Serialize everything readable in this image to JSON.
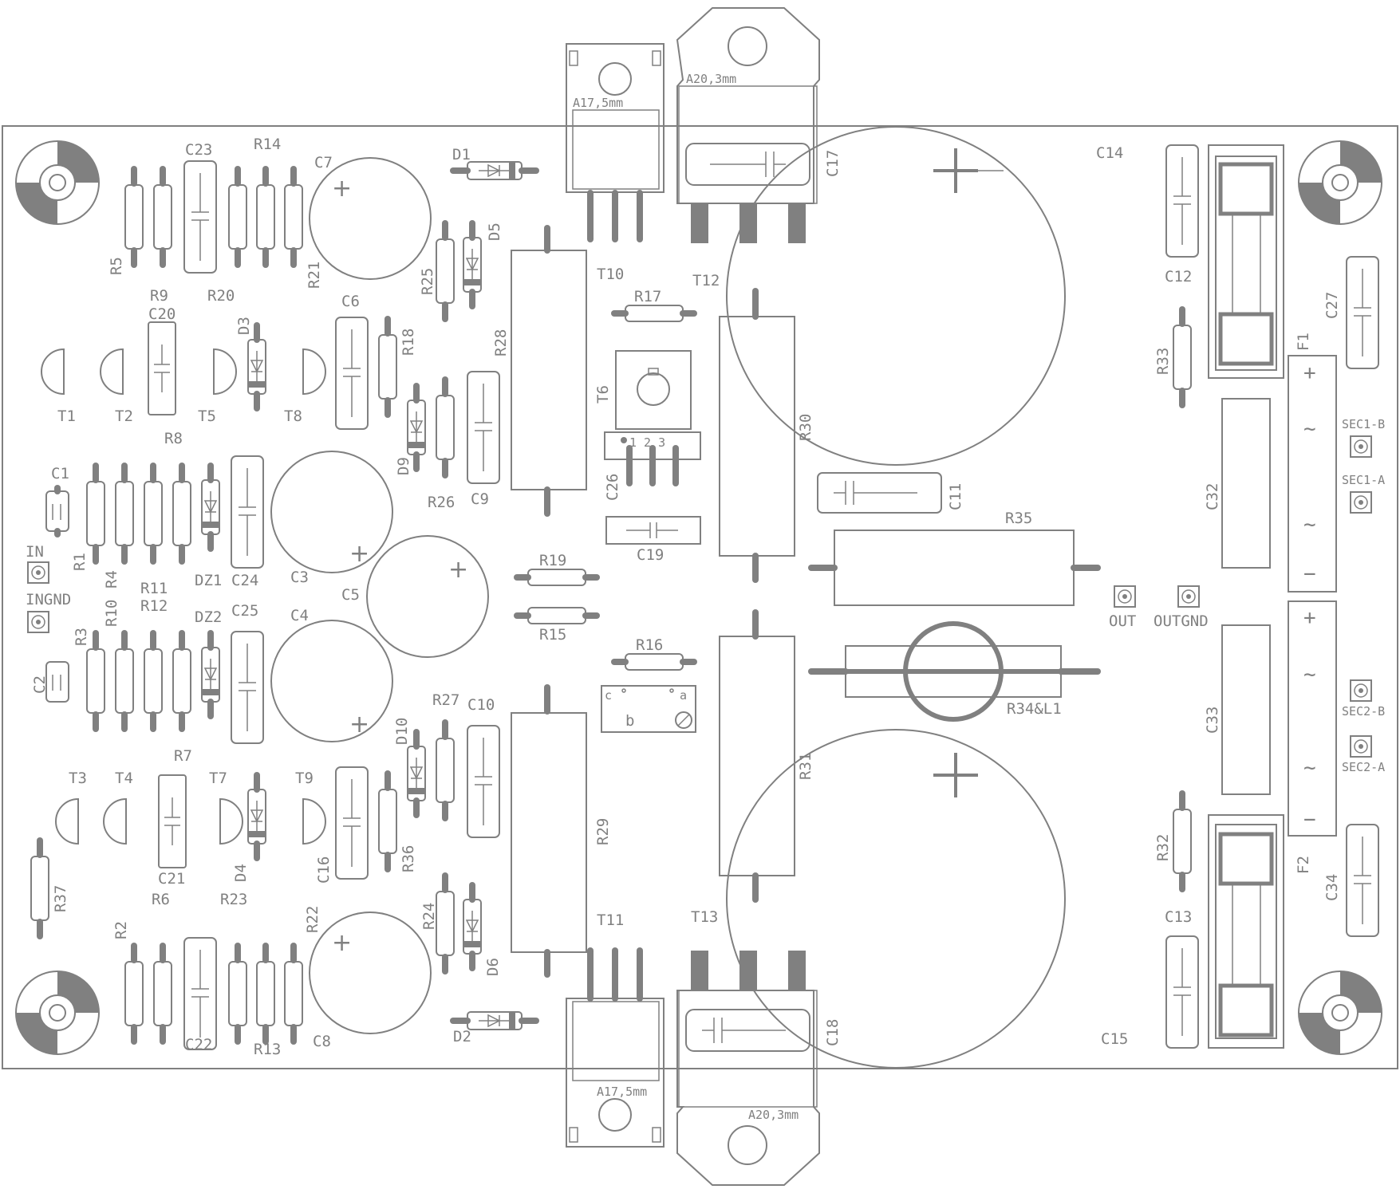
{
  "board": {
    "outline_color": "#808080",
    "silk_color": "#808080",
    "background": "#ffffff"
  },
  "labels": {
    "R1": "R1",
    "R2": "R2",
    "R3": "R3",
    "R4": "R4",
    "R5": "R5",
    "R6": "R6",
    "R7": "R7",
    "R8": "R8",
    "R9": "R9",
    "R10": "R10",
    "R11": "R11",
    "R12": "R12",
    "R13": "R13",
    "R14": "R14",
    "R15": "R15",
    "R16": "R16",
    "R17": "R17",
    "R18": "R18",
    "R19": "R19",
    "R20": "R20",
    "R21": "R21",
    "R22": "R22",
    "R23": "R23",
    "R24": "R24",
    "R25": "R25",
    "R26": "R26",
    "R27": "R27",
    "R28": "R28",
    "R29": "R29",
    "R30": "R30",
    "R31": "R31",
    "R32": "R32",
    "R33": "R33",
    "R35": "R35",
    "R36": "R36",
    "R37": "R37",
    "R34L1": "R34&L1",
    "C1": "C1",
    "C2": "C2",
    "C3": "C3",
    "C4": "C4",
    "C5": "C5",
    "C6": "C6",
    "C7": "C7",
    "C8": "C8",
    "C9": "C9",
    "C10": "C10",
    "C11": "C11",
    "C12": "C12",
    "C13": "C13",
    "C14": "C14",
    "C15": "C15",
    "C16": "C16",
    "C17": "C17",
    "C18": "C18",
    "C19": "C19",
    "C20": "C20",
    "C21": "C21",
    "C22": "C22",
    "C23": "C23",
    "C24": "C24",
    "C25": "C25",
    "C26": "C26",
    "C27": "C27",
    "C32": "C32",
    "C33": "C33",
    "C34": "C34",
    "T1": "T1",
    "T2": "T2",
    "T3": "T3",
    "T4": "T4",
    "T5": "T5",
    "T6": "T6",
    "T7": "T7",
    "T8": "T8",
    "T9": "T9",
    "T10": "T10",
    "T11": "T11",
    "T12": "T12",
    "T13": "T13",
    "D1": "D1",
    "D2": "D2",
    "D3": "D3",
    "D4": "D4",
    "D5": "D5",
    "D6": "D6",
    "D9": "D9",
    "D10": "D10",
    "DZ1": "DZ1",
    "DZ2": "DZ2",
    "F1": "F1",
    "F2": "F2",
    "IN": "IN",
    "INGND": "INGND",
    "OUT": "OUT",
    "OUTGND": "OUTGND",
    "SEC1B": "SEC1-B",
    "SEC1A": "SEC1-A",
    "SEC2B": "SEC2-B",
    "SEC2A": "SEC2-A",
    "A175": "A17,5mm",
    "A203": "A20,3mm",
    "plus": "+",
    "minus": "−",
    "ac": "~",
    "t6pins": "1 2 3",
    "pot_c": "c",
    "pot_a": "a",
    "pot_b": "b"
  }
}
